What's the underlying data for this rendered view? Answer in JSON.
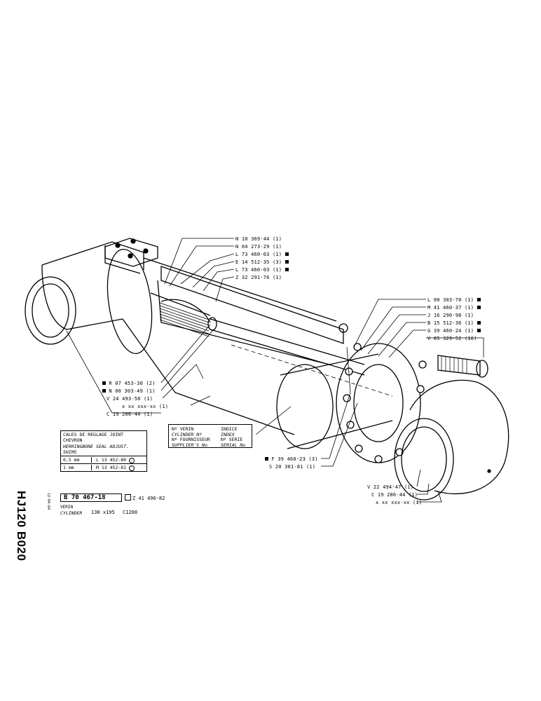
{
  "sheet": {
    "side_code": "HJ120 B020",
    "side_date": "12-04-84",
    "part_number": "B 70 467-18",
    "alt_reference": "Z 41 496-82",
    "title_fr": "VERIN",
    "title_en": "CYLINDER",
    "dimensions": "130 x195",
    "stroke": "C1200"
  },
  "shims_table": {
    "header_fr": "CALES DE REGLAGE JOINT CHEVRON",
    "header_en": "HERRINGBONE SEAL ADJUST. SHIMS",
    "rows": [
      {
        "thickness": "0,5 mm",
        "part": "L 13 452-80",
        "mark": "-"
      },
      {
        "thickness": "1   mm",
        "part": "M 13 452-81",
        "mark": "-"
      }
    ]
  },
  "id_plate": {
    "left": [
      "Nº VERIN",
      "CYLINDER Nº",
      "Nº FOURNISSEUR",
      "SUPPLIER'S No"
    ],
    "right": [
      "INDICE",
      "INDEX",
      "Nº SERIE",
      "SERIAL No"
    ]
  },
  "callouts_top": [
    {
      "text": "N 10 369-44 (1)",
      "marked": false
    },
    {
      "text": "N 04 273-29 (1)",
      "marked": false
    },
    {
      "text": "L 73 460-03 (1)",
      "marked": true
    },
    {
      "text": "E 14 512-35 (3)",
      "marked": true
    },
    {
      "text": "L 73 460-03 (1)",
      "marked": true
    },
    {
      "text": "Z 32 291-76 (1)",
      "marked": false
    }
  ],
  "callouts_right": [
    {
      "text": "L 00 303-70 (1)",
      "marked": true
    },
    {
      "text": "M 41 460-37 (1)",
      "marked": true
    },
    {
      "text": "J 16 290-98 (1)",
      "marked": false
    },
    {
      "text": "B 15 512-36 (1)",
      "marked": true
    },
    {
      "text": "G 39 460-24 (1)",
      "marked": true
    },
    {
      "text": "V 05 329-52 (16)",
      "marked": false
    }
  ],
  "callouts_left": [
    {
      "text": "R 07 453-30 (2)",
      "marked": true
    },
    {
      "text": "N 00 303-49 (1)",
      "marked": true
    },
    {
      "text": "V 24 493-58 (1)",
      "marked": false
    },
    {
      "text": "x xx xxx-xx (1)",
      "marked": false
    },
    {
      "text": "C 19 286-44 (1)",
      "marked": false
    }
  ],
  "callouts_middle": [
    {
      "text": "F 39 460-23 (3)",
      "marked": true
    },
    {
      "text": "S 20 301-81 (1)",
      "marked": false
    }
  ],
  "callouts_bottom": [
    {
      "text": "V 22 494-47 (1)",
      "marked": false
    },
    {
      "text": "C 19 286-44 (1)",
      "marked": false
    },
    {
      "text": "x xx xxx-xx (1)",
      "marked": false
    }
  ]
}
